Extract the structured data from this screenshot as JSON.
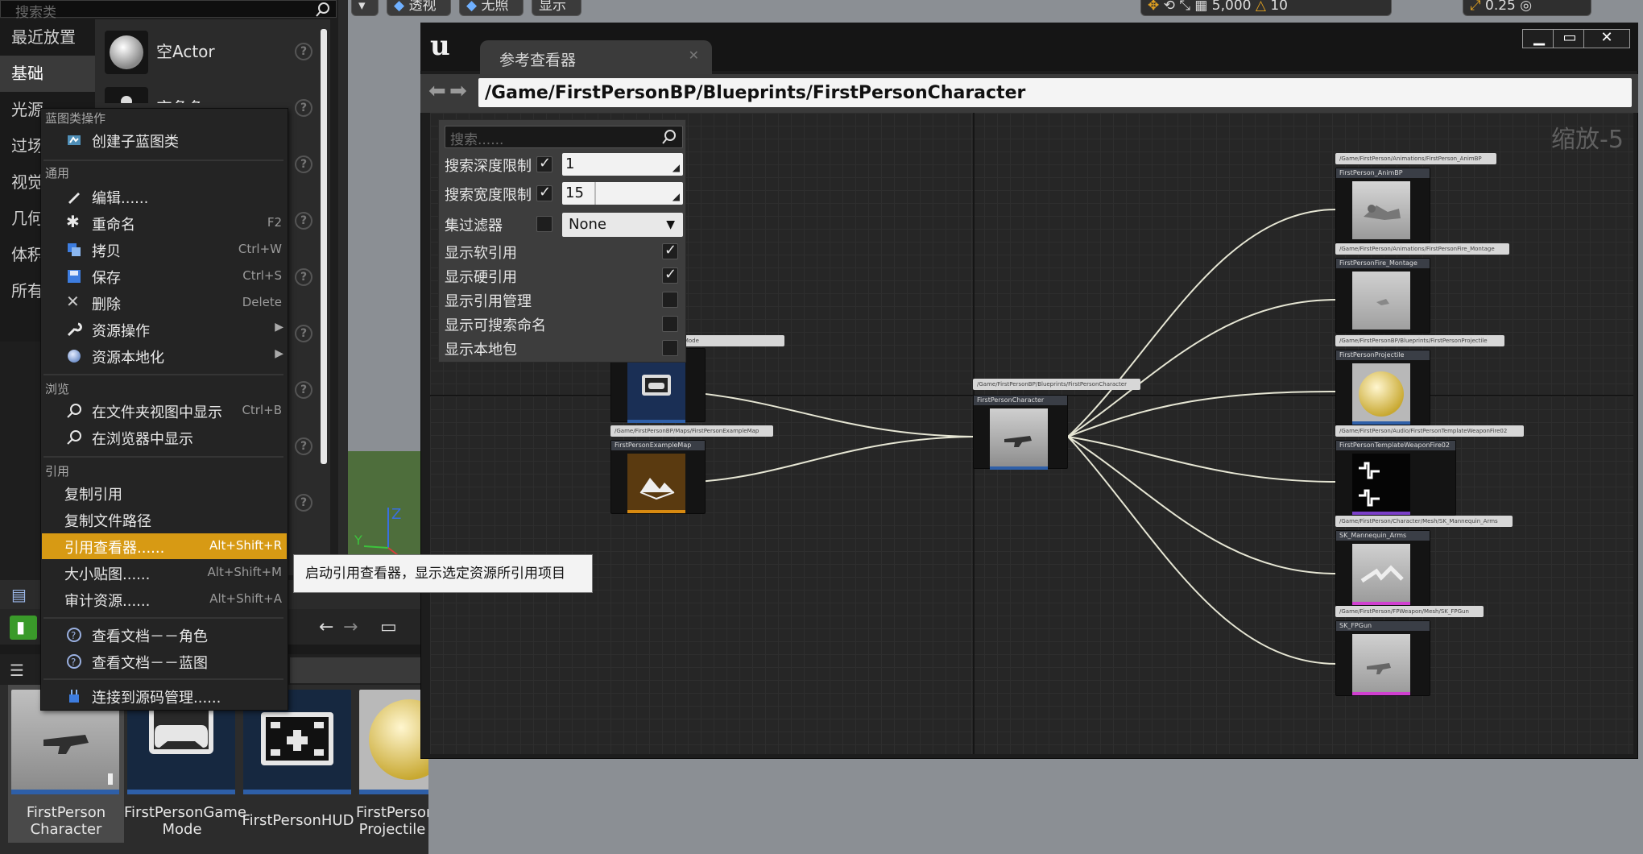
{
  "place_actors": {
    "search_placeholder": "搜索类",
    "categories": [
      "最近放置",
      "基础",
      "光源",
      "过场",
      "视觉",
      "几何",
      "体积",
      "所有"
    ],
    "items": [
      {
        "label": "空Actor"
      },
      {
        "label": "空角色"
      }
    ]
  },
  "viewport": {
    "buttons": [
      "透视",
      "无照",
      "显示"
    ],
    "toolbar_values": {
      "grid": "5,000",
      "angle": "10",
      "scale": "0.25"
    }
  },
  "reference_viewer": {
    "tab_title": "参考查看器",
    "path": "/Game/FirstPersonBP/Blueprints/FirstPersonCharacter",
    "zoom": "缩放-5",
    "filters": {
      "search_placeholder": "搜索......",
      "depth_label": "搜索深度限制",
      "depth_value": "1",
      "breadth_label": "搜索宽度限制",
      "breadth_value": "15",
      "collection_label": "集过滤器",
      "collection_value": "None",
      "show_soft": "显示软引用",
      "show_hard": "显示硬引用",
      "show_management": "显示引用管理",
      "show_searchable": "显示可搜索命名",
      "show_native": "显示本地包"
    },
    "nodes": {
      "gamemode_path": "/Game/FirstPersonBP/Blueprints/FirstPersonGameMode",
      "gamemode_path_visible": "eprints/FirstPersonGameMode",
      "map_path": "/Game/FirstPersonBP/Maps/FirstPersonExampleMap",
      "map_name": "FirstPersonExampleMap",
      "center_path": "/Game/FirstPersonBP/Blueprints/FirstPersonCharacter",
      "center_name": "FirstPersonCharacter",
      "deps": [
        {
          "path": "/Game/FirstPerson/Animations/FirstPerson_AnimBP",
          "name": "FirstPerson_AnimBP"
        },
        {
          "path": "/Game/FirstPerson/Animations/FirstPersonFire_Montage",
          "name": "FirstPersonFire_Montage"
        },
        {
          "path": "/Game/FirstPersonBP/Blueprints/FirstPersonProjectile",
          "name": "FirstPersonProjectile"
        },
        {
          "path": "/Game/FirstPerson/Audio/FirstPersonTemplateWeaponFire02",
          "name": "FirstPersonTemplateWeaponFire02"
        },
        {
          "path": "/Game/FirstPerson/Character/Mesh/SK_Mannequin_Arms",
          "name": "SK_Mannequin_Arms"
        },
        {
          "path": "/Game/FirstPerson/FPWeapon/Mesh/SK_FPGun",
          "name": "SK_FPGun"
        }
      ]
    }
  },
  "context_menu": {
    "sections": {
      "blueprint": "蓝图类操作",
      "common": "通用",
      "explore": "浏览",
      "references": "引用"
    },
    "items": {
      "create_child": "创建子蓝图类",
      "edit": "编辑......",
      "rename": "重命名",
      "rename_sc": "F2",
      "duplicate": "拷贝",
      "duplicate_sc": "Ctrl+W",
      "save": "保存",
      "save_sc": "Ctrl+S",
      "delete": "删除",
      "delete_sc": "Delete",
      "asset_actions": "资源操作",
      "localization": "资源本地化",
      "show_in_folder": "在文件夹视图中显示",
      "show_in_folder_sc": "Ctrl+B",
      "show_in_explorer": "在浏览器中显示",
      "copy_reference": "复制引用",
      "copy_file_path": "复制文件路径",
      "reference_viewer": "引用查看器......",
      "reference_viewer_sc": "Alt+Shift+R",
      "size_map": "大小贴图......",
      "size_map_sc": "Alt+Shift+M",
      "audit": "审计资源......",
      "audit_sc": "Alt+Shift+A",
      "doc_character": "查看文档－－角色",
      "doc_blueprint": "查看文档－－蓝图",
      "source_control": "连接到源码管理......"
    }
  },
  "tooltip": "启动引用查看器，显示选定资源所引用项目",
  "content_browser": {
    "assets": [
      {
        "name": "FirstPerson Character"
      },
      {
        "name": "FirstPersonGame Mode"
      },
      {
        "name": "FirstPersonHUD"
      },
      {
        "name": "FirstPerson Projectile"
      }
    ]
  },
  "colors": {
    "highlight": "#d79a14",
    "asset_bar": "#2e5fa8",
    "gamemode_bar": "#2e5fa8",
    "map_bar": "#d88a10",
    "audio_bar": "#7b3fc8",
    "mesh_bar": "#d040d0"
  }
}
